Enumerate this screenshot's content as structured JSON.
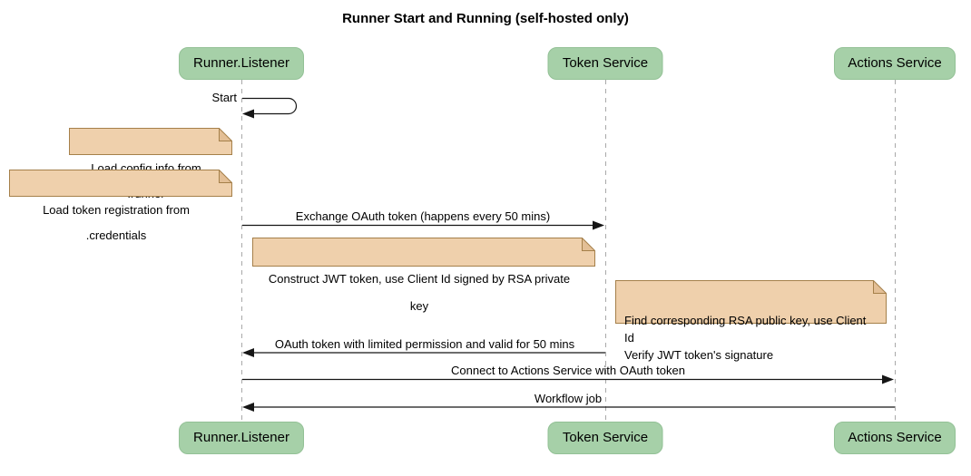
{
  "title": "Runner Start and Running (self-hosted only)",
  "participants": [
    {
      "name": "Runner.Listener"
    },
    {
      "name": "Token Service"
    },
    {
      "name": "Actions Service"
    }
  ],
  "messages": [
    {
      "from": "Runner.Listener",
      "to": "Runner.Listener",
      "type": "self",
      "label": "Start"
    },
    {
      "from": "Runner.Listener",
      "to": "Token Service",
      "type": "solid",
      "label": "Exchange OAuth token (happens every 50 mins)"
    },
    {
      "from": "Token Service",
      "to": "Runner.Listener",
      "type": "solid",
      "label": "OAuth token with limited permission and valid for 50 mins"
    },
    {
      "from": "Runner.Listener",
      "to": "Actions Service",
      "type": "solid",
      "label": "Connect to Actions Service with OAuth token"
    },
    {
      "from": "Actions Service",
      "to": "Runner.Listener",
      "type": "solid",
      "label": "Workflow job"
    }
  ],
  "notes": [
    {
      "text": "Load config info from .runner"
    },
    {
      "text": "Load token registration from .credentials"
    },
    {
      "text": "Construct JWT token, use Client Id signed by RSA private key"
    },
    {
      "text": "Find corresponding RSA public key, use Client Id\nVerify JWT token's signature"
    }
  ],
  "colors": {
    "background": "#FFFFFF",
    "participant_fill": "#A6D0A8",
    "participant_border": "#93C196",
    "note_fill": "#EFD0AC",
    "note_border": "#A5804A",
    "note_fold": "#E3BF96",
    "lifeline": "#A9A9A9",
    "arrow": "#161616"
  }
}
